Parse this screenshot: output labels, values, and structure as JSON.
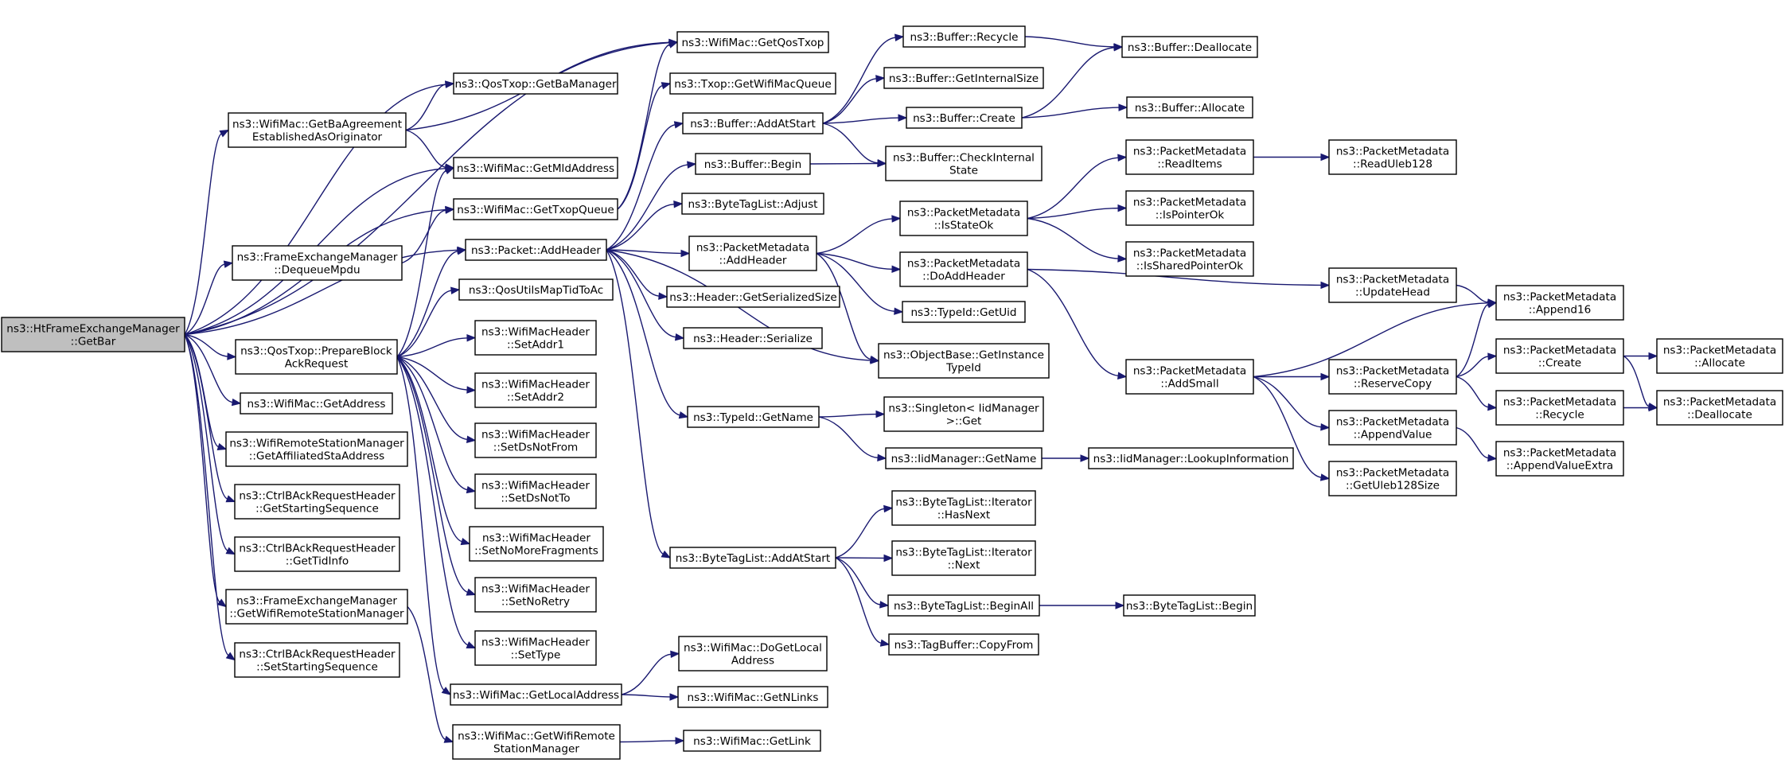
{
  "nodes": {
    "root": [
      "ns3::HtFrameExchangeManager",
      "::GetBar"
    ],
    "getqostxop": [
      "ns3::WifiMac::GetQosTxop"
    ],
    "getbamanager": [
      "ns3::QosTxop::GetBaManager"
    ],
    "getbaagreement": [
      "ns3::WifiMac::GetBaAgreement",
      "EstablishedAsOriginator"
    ],
    "getmldaddress": [
      "ns3::WifiMac::GetMldAddress"
    ],
    "gettxopqueue": [
      "ns3::WifiMac::GetTxopQueue"
    ],
    "dequeuempdu": [
      "ns3::FrameExchangeManager",
      "::DequeueMpdu"
    ],
    "addheader": [
      "ns3::Packet::AddHeader"
    ],
    "qosutils": [
      "ns3::QosUtilsMapTidToAc"
    ],
    "prepareblock": [
      "ns3::QosTxop::PrepareBlock",
      "AckRequest"
    ],
    "getaddress": [
      "ns3::WifiMac::GetAddress"
    ],
    "getaffiliated": [
      "ns3::WifiRemoteStationManager",
      "::GetAffiliatedStaAddress"
    ],
    "getstartingseq": [
      "ns3::CtrlBAckRequestHeader",
      "::GetStartingSequence"
    ],
    "gettidinfo": [
      "ns3::CtrlBAckRequestHeader",
      "::GetTidInfo"
    ],
    "getwifirsm": [
      "ns3::FrameExchangeManager",
      "::GetWifiRemoteStationManager"
    ],
    "setstartingseq": [
      "ns3::CtrlBAckRequestHeader",
      "::SetStartingSequence"
    ],
    "getwifimacqueue": [
      "ns3::Txop::GetWifiMacQueue"
    ],
    "bufaddatstart": [
      "ns3::Buffer::AddAtStart"
    ],
    "bufbegin": [
      "ns3::Buffer::Begin"
    ],
    "btladjust": [
      "ns3::ByteTagList::Adjust"
    ],
    "pmaddheader": [
      "ns3::PacketMetadata",
      "::AddHeader"
    ],
    "hdrgetsersize": [
      "ns3::Header::GetSerializedSize"
    ],
    "hdrserialize": [
      "ns3::Header::Serialize"
    ],
    "typeidgetname": [
      "ns3::TypeId::GetName"
    ],
    "btladdatstart": [
      "ns3::ByteTagList::AddAtStart"
    ],
    "setaddr1": [
      "ns3::WifiMacHeader",
      "::SetAddr1"
    ],
    "setaddr2": [
      "ns3::WifiMacHeader",
      "::SetAddr2"
    ],
    "setdsnotfrom": [
      "ns3::WifiMacHeader",
      "::SetDsNotFrom"
    ],
    "setdsnotto": [
      "ns3::WifiMacHeader",
      "::SetDsNotTo"
    ],
    "setnomorefrag": [
      "ns3::WifiMacHeader",
      "::SetNoMoreFragments"
    ],
    "setnoretry": [
      "ns3::WifiMacHeader",
      "::SetNoRetry"
    ],
    "settype": [
      "ns3::WifiMacHeader",
      "::SetType"
    ],
    "getlocaladdress": [
      "ns3::WifiMac::GetLocalAddress"
    ],
    "getwifiremotesm": [
      "ns3::WifiMac::GetWifiRemote",
      "StationManager"
    ],
    "dogetlocaladdr": [
      "ns3::WifiMac::DoGetLocal",
      "Address"
    ],
    "getnlinks": [
      "ns3::WifiMac::GetNLinks"
    ],
    "getlink": [
      "ns3::WifiMac::GetLink"
    ],
    "bufrecycle": [
      "ns3::Buffer::Recycle"
    ],
    "bufgetinternalsize": [
      "ns3::Buffer::GetInternalSize"
    ],
    "bufcreate": [
      "ns3::Buffer::Create"
    ],
    "bufcheckinternal": [
      "ns3::Buffer::CheckInternal",
      "State"
    ],
    "bufdeallocate": [
      "ns3::Buffer::Deallocate"
    ],
    "bufallocate": [
      "ns3::Buffer::Allocate"
    ],
    "pmisstateok": [
      "ns3::PacketMetadata",
      "::IsStateOk"
    ],
    "pmdoaddheader": [
      "ns3::PacketMetadata",
      "::DoAddHeader"
    ],
    "typeidgetuid": [
      "ns3::TypeId::GetUid"
    ],
    "objbase": [
      "ns3::ObjectBase::GetInstance",
      "TypeId"
    ],
    "singleton": [
      "ns3::Singleton< IidManager",
      ">::Get"
    ],
    "iidgetname": [
      "ns3::IidManager::GetName"
    ],
    "iidlookup": [
      "ns3::IidManager::LookupInformation"
    ],
    "btlhasnext": [
      "ns3::ByteTagList::Iterator",
      "::HasNext"
    ],
    "btlnext": [
      "ns3::ByteTagList::Iterator",
      "::Next"
    ],
    "btlbeginall": [
      "ns3::ByteTagList::BeginAll"
    ],
    "tagbufcopy": [
      "ns3::TagBuffer::CopyFrom"
    ],
    "btlbegin": [
      "ns3::ByteTagList::Begin"
    ],
    "pmreaditems": [
      "ns3::PacketMetadata",
      "::ReadItems"
    ],
    "pmispointerok": [
      "ns3::PacketMetadata",
      "::IsPointerOk"
    ],
    "pmissharedptr": [
      "ns3::PacketMetadata",
      "::IsSharedPointerOk"
    ],
    "pmaddsmall": [
      "ns3::PacketMetadata",
      "::AddSmall"
    ],
    "pmreaduleb": [
      "ns3::PacketMetadata",
      "::ReadUleb128"
    ],
    "pmupdatehead": [
      "ns3::PacketMetadata",
      "::UpdateHead"
    ],
    "pmappend16": [
      "ns3::PacketMetadata",
      "::Append16"
    ],
    "pmreservecopy": [
      "ns3::PacketMetadata",
      "::ReserveCopy"
    ],
    "pmappendvalue": [
      "ns3::PacketMetadata",
      "::AppendValue"
    ],
    "pmgetuleb": [
      "ns3::PacketMetadata",
      "::GetUleb128Size"
    ],
    "pmcreate": [
      "ns3::PacketMetadata",
      "::Create"
    ],
    "pmrecycle": [
      "ns3::PacketMetadata",
      "::Recycle"
    ],
    "pmappendvalextra": [
      "ns3::PacketMetadata",
      "::AppendValueExtra"
    ],
    "pmallocate": [
      "ns3::PacketMetadata",
      "::Allocate"
    ],
    "pmdeallocate": [
      "ns3::PacketMetadata",
      "::Deallocate"
    ]
  },
  "edges": [
    [
      "root",
      "getqostxop"
    ],
    [
      "root",
      "getbamanager"
    ],
    [
      "root",
      "getbaagreement"
    ],
    [
      "root",
      "getmldaddress"
    ],
    [
      "root",
      "gettxopqueue"
    ],
    [
      "root",
      "dequeuempdu"
    ],
    [
      "root",
      "addheader"
    ],
    [
      "root",
      "prepareblock"
    ],
    [
      "root",
      "getaddress"
    ],
    [
      "root",
      "getaffiliated"
    ],
    [
      "root",
      "getstartingseq"
    ],
    [
      "root",
      "gettidinfo"
    ],
    [
      "root",
      "getwifirsm"
    ],
    [
      "root",
      "setstartingseq"
    ],
    [
      "getbaagreement",
      "getqostxop"
    ],
    [
      "getbaagreement",
      "getbamanager"
    ],
    [
      "getbaagreement",
      "getmldaddress"
    ],
    [
      "dequeuempdu",
      "gettxopqueue"
    ],
    [
      "gettxopqueue",
      "getqostxop"
    ],
    [
      "gettxopqueue",
      "getwifimacqueue"
    ],
    [
      "prepareblock",
      "getmldaddress"
    ],
    [
      "prepareblock",
      "addheader"
    ],
    [
      "prepareblock",
      "qosutils"
    ],
    [
      "prepareblock",
      "setaddr1"
    ],
    [
      "prepareblock",
      "setaddr2"
    ],
    [
      "prepareblock",
      "setdsnotfrom"
    ],
    [
      "prepareblock",
      "setdsnotto"
    ],
    [
      "prepareblock",
      "setnomorefrag"
    ],
    [
      "prepareblock",
      "setnoretry"
    ],
    [
      "prepareblock",
      "settype"
    ],
    [
      "prepareblock",
      "getlocaladdress"
    ],
    [
      "getwifirsm",
      "getwifiremotesm"
    ],
    [
      "addheader",
      "bufaddatstart"
    ],
    [
      "addheader",
      "bufbegin"
    ],
    [
      "addheader",
      "btladjust"
    ],
    [
      "addheader",
      "pmaddheader"
    ],
    [
      "addheader",
      "hdrgetsersize"
    ],
    [
      "addheader",
      "hdrserialize"
    ],
    [
      "addheader",
      "objbase"
    ],
    [
      "addheader",
      "typeidgetname"
    ],
    [
      "addheader",
      "btladdatstart"
    ],
    [
      "getlocaladdress",
      "dogetlocaladdr"
    ],
    [
      "getlocaladdress",
      "getnlinks"
    ],
    [
      "getwifiremotesm",
      "getlink"
    ],
    [
      "bufaddatstart",
      "bufrecycle"
    ],
    [
      "bufaddatstart",
      "bufgetinternalsize"
    ],
    [
      "bufaddatstart",
      "bufcreate"
    ],
    [
      "bufaddatstart",
      "bufcheckinternal"
    ],
    [
      "bufbegin",
      "bufcheckinternal"
    ],
    [
      "bufrecycle",
      "bufdeallocate"
    ],
    [
      "bufcreate",
      "bufdeallocate"
    ],
    [
      "bufcreate",
      "bufallocate"
    ],
    [
      "pmaddheader",
      "pmisstateok"
    ],
    [
      "pmaddheader",
      "pmdoaddheader"
    ],
    [
      "pmaddheader",
      "typeidgetuid"
    ],
    [
      "pmaddheader",
      "objbase"
    ],
    [
      "typeidgetname",
      "singleton"
    ],
    [
      "typeidgetname",
      "iidgetname"
    ],
    [
      "iidgetname",
      "iidlookup"
    ],
    [
      "btladdatstart",
      "btlhasnext"
    ],
    [
      "btladdatstart",
      "btlnext"
    ],
    [
      "btladdatstart",
      "btlbeginall"
    ],
    [
      "btladdatstart",
      "tagbufcopy"
    ],
    [
      "btlbeginall",
      "btlbegin"
    ],
    [
      "pmisstateok",
      "pmreaditems"
    ],
    [
      "pmisstateok",
      "pmispointerok"
    ],
    [
      "pmisstateok",
      "pmissharedptr"
    ],
    [
      "pmreaditems",
      "pmreaduleb"
    ],
    [
      "pmdoaddheader",
      "pmupdatehead"
    ],
    [
      "pmdoaddheader",
      "pmaddsmall"
    ],
    [
      "pmupdatehead",
      "pmappend16"
    ],
    [
      "pmaddsmall",
      "pmappend16"
    ],
    [
      "pmaddsmall",
      "pmreservecopy"
    ],
    [
      "pmaddsmall",
      "pmappendvalue"
    ],
    [
      "pmaddsmall",
      "pmgetuleb"
    ],
    [
      "pmreservecopy",
      "pmappend16"
    ],
    [
      "pmreservecopy",
      "pmcreate"
    ],
    [
      "pmreservecopy",
      "pmrecycle"
    ],
    [
      "pmappendvalue",
      "pmappendvalextra"
    ],
    [
      "pmcreate",
      "pmallocate"
    ],
    [
      "pmcreate",
      "pmdeallocate"
    ],
    [
      "pmrecycle",
      "pmdeallocate"
    ]
  ]
}
